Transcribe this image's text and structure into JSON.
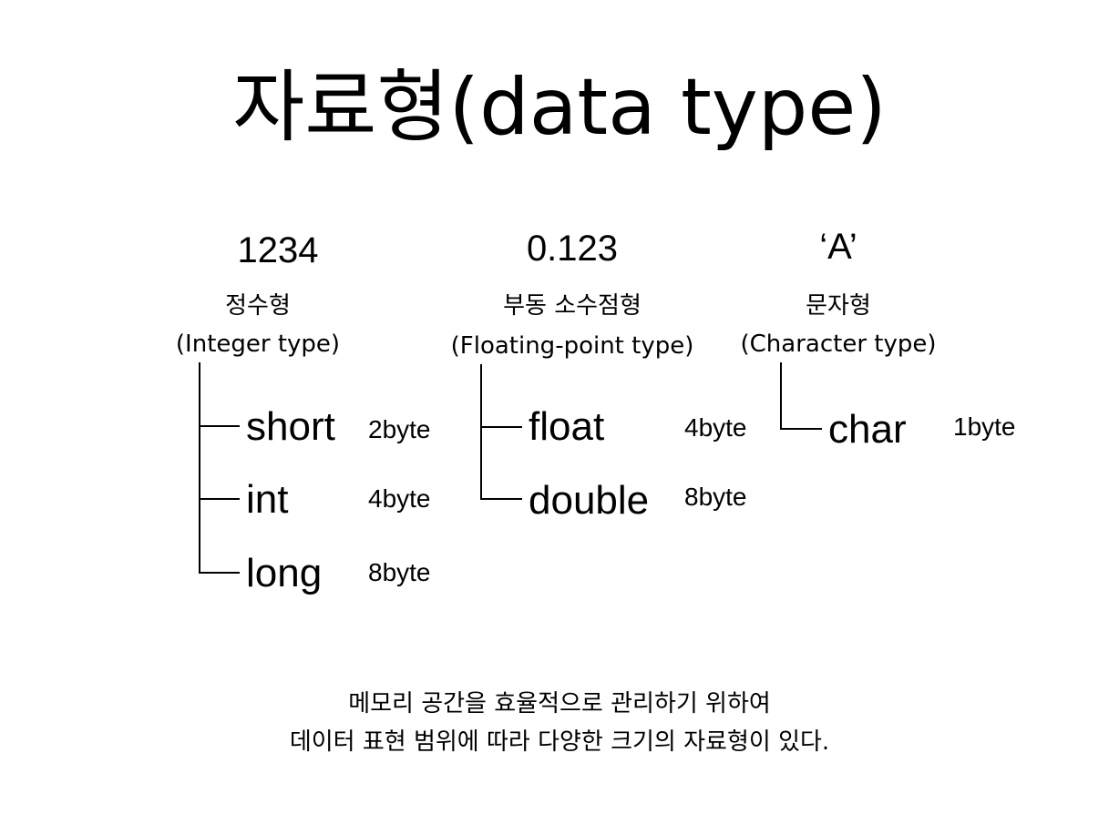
{
  "title": "자료형(data type)",
  "groups": [
    {
      "example": "1234",
      "name": "정수형",
      "english": "(Integer type)",
      "types": [
        {
          "name": "short",
          "size": "2byte"
        },
        {
          "name": "int",
          "size": "4byte"
        },
        {
          "name": "long",
          "size": "8byte"
        }
      ]
    },
    {
      "example": "0.123",
      "name": "부동 소수점형",
      "english": "(Floating-point type)",
      "types": [
        {
          "name": "float",
          "size": "4byte"
        },
        {
          "name": "double",
          "size": "8byte"
        }
      ]
    },
    {
      "example": "‘A’",
      "name": "문자형",
      "english": "(Character type)",
      "types": [
        {
          "name": "char",
          "size": "1byte"
        }
      ]
    }
  ],
  "footer": {
    "line1": "메모리 공간을 효율적으로 관리하기 위하여",
    "line2": "데이터 표현 범위에 따라 다양한 크기의 자료형이 있다."
  }
}
